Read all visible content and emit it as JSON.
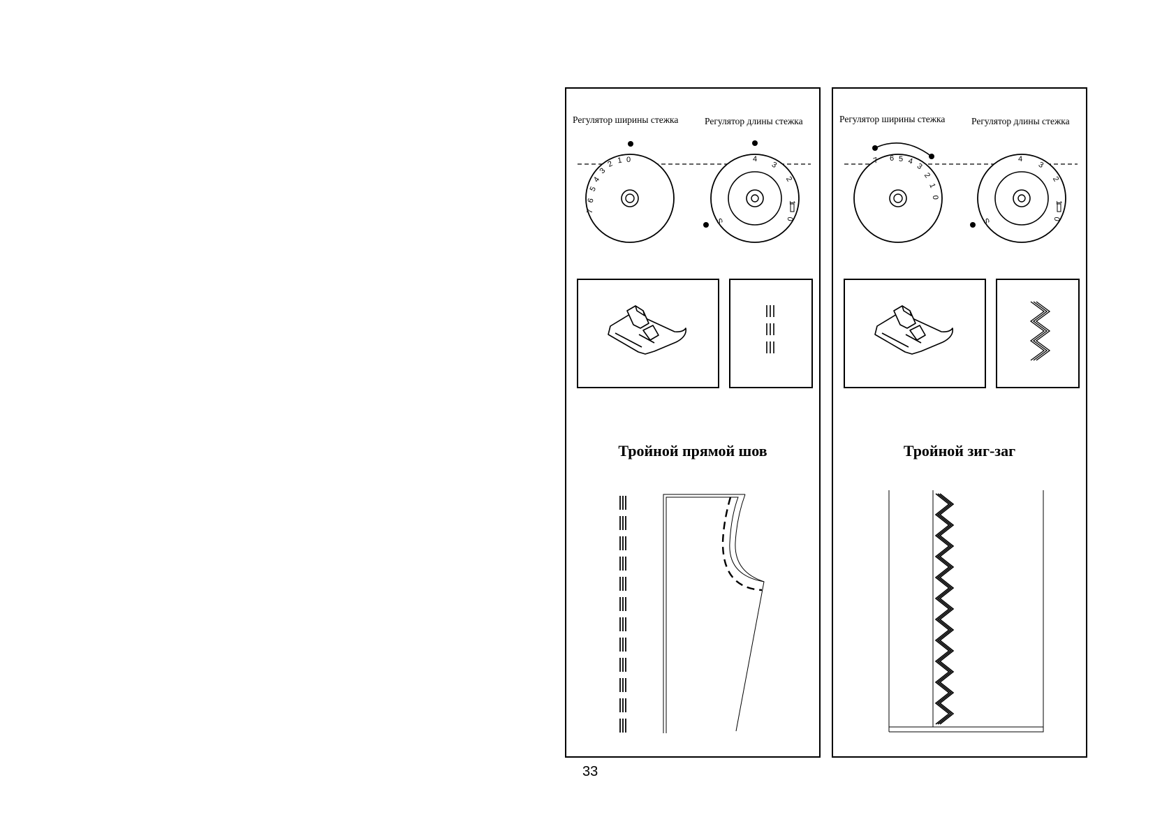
{
  "page": {
    "number": "33"
  },
  "panels": [
    {
      "id": "left",
      "width_label": "Регулятор ширины стежка",
      "length_label": "Регулятор длины стежка",
      "width_dial_marks": [
        "7",
        "6",
        "5",
        "4",
        "3",
        "2",
        "1",
        "0"
      ],
      "length_dial_marks": [
        "4",
        "3",
        "2",
        "1",
        "0",
        "S"
      ],
      "title": "Тройной прямой шов"
    },
    {
      "id": "right",
      "width_label": "Регулятор ширины стежка",
      "length_label": "Регулятор длины стежка",
      "width_dial_marks": [
        "7",
        "6",
        "5",
        "4",
        "3",
        "2",
        "1",
        "0"
      ],
      "length_dial_marks": [
        "4",
        "3",
        "2",
        "1",
        "0",
        "S"
      ],
      "title": "Тройной зиг-заг"
    }
  ]
}
